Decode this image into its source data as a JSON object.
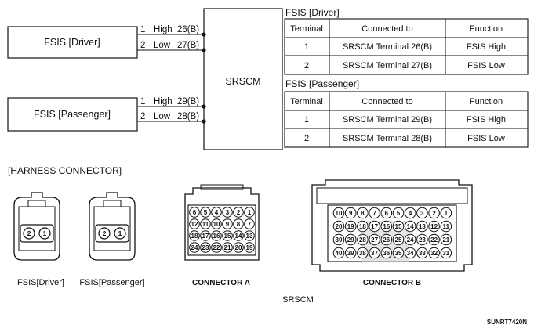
{
  "wiring": {
    "module_label": "SRSCM",
    "sensors": [
      {
        "label": "FSIS [Driver]",
        "wires": [
          {
            "pin": "1",
            "name": "High",
            "term": "26(B)"
          },
          {
            "pin": "2",
            "name": "Low",
            "term": "27(B)"
          }
        ]
      },
      {
        "label": "FSIS [Passenger]",
        "wires": [
          {
            "pin": "1",
            "name": "High",
            "term": "29(B)"
          },
          {
            "pin": "2",
            "name": "Low",
            "term": "28(B)"
          }
        ]
      }
    ]
  },
  "tables": [
    {
      "title": "FSIS [Driver]",
      "headers": [
        "Terminal",
        "Connected to",
        "Function"
      ],
      "rows": [
        [
          "1",
          "SRSCM Terminal 26(B)",
          "FSIS High"
        ],
        [
          "2",
          "SRSCM Terminal 27(B)",
          "FSIS Low"
        ]
      ]
    },
    {
      "title": "FSIS [Passenger]",
      "headers": [
        "Terminal",
        "Connected to",
        "Function"
      ],
      "rows": [
        [
          "1",
          "SRSCM Terminal 29(B)",
          "FSIS High"
        ],
        [
          "2",
          "SRSCM Terminal 28(B)",
          "FSIS Low"
        ]
      ]
    }
  ],
  "harness": {
    "title": "[HARNESS CONNECTOR]",
    "fsis_connectors": [
      {
        "label": "FSIS[Driver]",
        "pins": [
          "2",
          "1"
        ]
      },
      {
        "label": "FSIS[Passenger]",
        "pins": [
          "2",
          "1"
        ]
      }
    ],
    "connector_a": {
      "label": "CONNECTOR A",
      "rows": [
        [
          "6",
          "5",
          "4",
          "3",
          "2",
          "1"
        ],
        [
          "12",
          "11",
          "10",
          "9",
          "8",
          "7"
        ],
        [
          "18",
          "17",
          "16",
          "15",
          "14",
          "13"
        ],
        [
          "24",
          "23",
          "22",
          "21",
          "20",
          "19"
        ]
      ]
    },
    "connector_b": {
      "label": "CONNECTOR B",
      "rows": [
        [
          "10",
          "9",
          "8",
          "7",
          "6",
          "5",
          "4",
          "3",
          "2",
          "1"
        ],
        [
          "20",
          "19",
          "18",
          "17",
          "16",
          "15",
          "14",
          "13",
          "12",
          "11"
        ],
        [
          "30",
          "29",
          "28",
          "27",
          "26",
          "25",
          "24",
          "23",
          "22",
          "21"
        ],
        [
          "40",
          "39",
          "38",
          "37",
          "36",
          "35",
          "34",
          "33",
          "32",
          "31"
        ]
      ]
    },
    "module_caption": "SRSCM"
  },
  "figure_code": "SUNRT7420N"
}
